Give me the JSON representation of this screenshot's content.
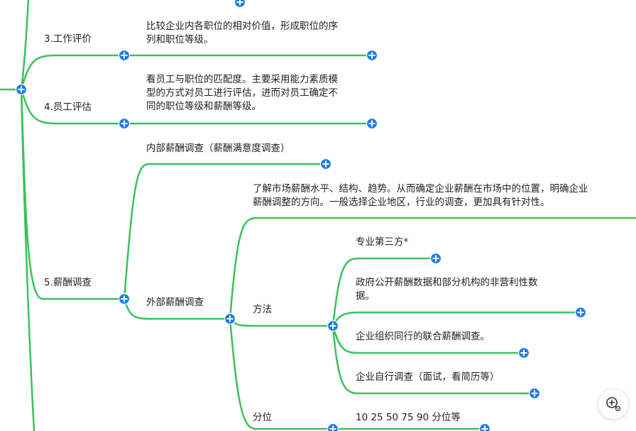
{
  "nodes": {
    "job_evaluation": {
      "label": "3.工作评价",
      "desc_lines": [
        "比较企业内各职位的相对价值，形成职位的序",
        "列和职位等级。"
      ]
    },
    "employee_evaluation": {
      "label": "4.员工评估",
      "desc_lines": [
        "看员工与职位的匹配度。主要采用能力素质模",
        "型的方式对员工进行评估，进而对员工确定不",
        "同的职位等级和薪酬等级。"
      ]
    },
    "salary_survey": {
      "label": "5.薪酬调查",
      "internal": "内部薪酬调查（薪酬满意度调查）",
      "external": {
        "label": "外部薪酬调查",
        "desc_lines": [
          "了解市场薪酬水平、结构、趋势。从而确定企业薪酬在市场中的位置，明确企业",
          "薪酬调整的方向。一般选择企业地区，行业的调查，更加具有针对性。"
        ],
        "methods": {
          "label": "方法",
          "items": [
            [
              "专业第三方*"
            ],
            [
              "政府公开薪酬数据和部分机构的非营利性数",
              "据。"
            ],
            [
              "企业组织同行的联合薪酬调查。"
            ],
            [
              "企业自行调查（面试，看简历等）"
            ]
          ]
        },
        "percentile": {
          "label": "分位",
          "value": "10 25 50 75 90 分位等"
        }
      }
    }
  },
  "colors": {
    "branch": "#3cc15a",
    "button": "#1a7cf0"
  },
  "icons": {
    "expand": "plus-circle-icon",
    "zoom": "zoom-settings-icon"
  }
}
